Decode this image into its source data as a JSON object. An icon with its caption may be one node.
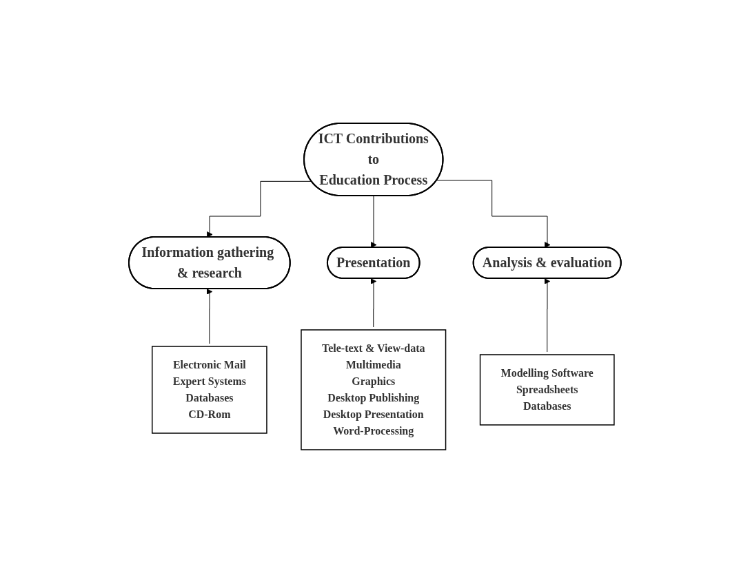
{
  "diagram": {
    "nodes": [
      {
        "text": [
          "ICT Contributions",
          "to",
          "Education Process"
        ]
      },
      {
        "text": [
          "Information gathering & research"
        ]
      },
      {
        "text": [
          "Presentation"
        ]
      },
      {
        "text": [
          "Analysis & evaluation"
        ]
      },
      {
        "text": [
          "Electronic Mail",
          "Expert Systems",
          "Databases",
          "CD-Rom"
        ]
      },
      {
        "text": [
          "Tele-text & View-data",
          "Multimedia",
          "Graphics",
          "Desktop Publishing",
          "Desktop Presentation",
          "Word-Processing"
        ]
      },
      {
        "text": [
          "Modelling Software",
          "Spreadsheets",
          "Databases"
        ]
      }
    ],
    "edges": [
      {
        "from": 0,
        "to": 1,
        "arrow": "to"
      },
      {
        "from": 0,
        "to": 2,
        "arrow": "to"
      },
      {
        "from": 0,
        "to": 3,
        "arrow": "to"
      },
      {
        "from": 4,
        "to": 1,
        "arrow": "to"
      },
      {
        "from": 5,
        "to": 2,
        "arrow": "to"
      },
      {
        "from": 6,
        "to": 3,
        "arrow": "to"
      }
    ]
  }
}
